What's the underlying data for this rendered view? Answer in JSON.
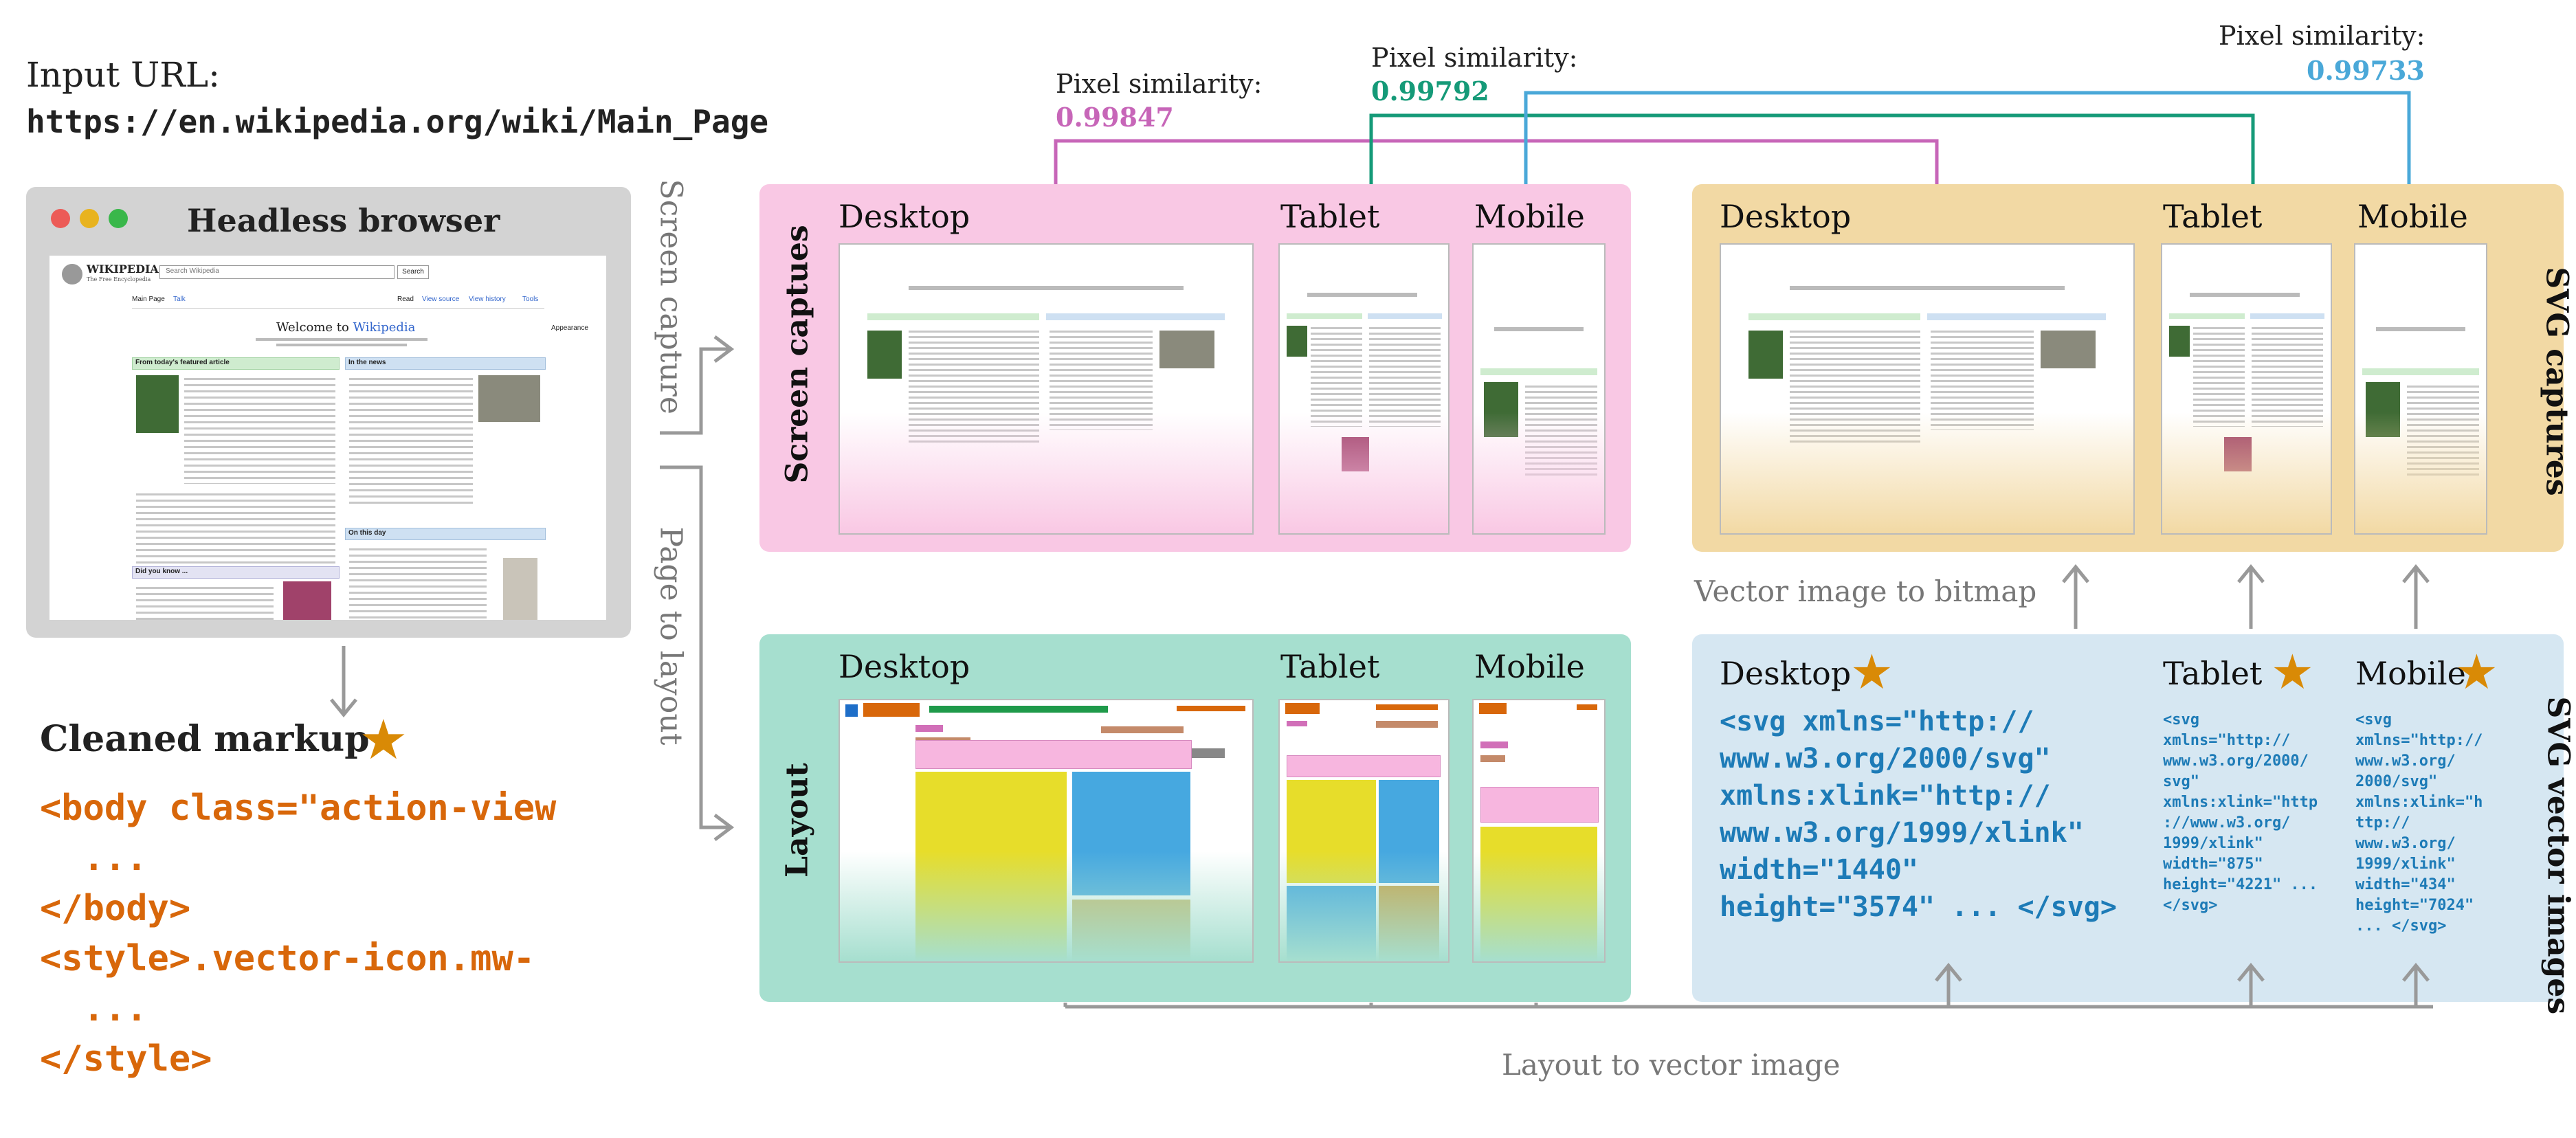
{
  "input": {
    "label": "Input URL:",
    "url": "https://en.wikipedia.org/wiki/Main_Page"
  },
  "browser": {
    "title": "Headless browser",
    "wiki_name": "WIKIPEDIA",
    "wiki_tagline": "The Free Encyclopedia",
    "search_placeholder": "Search Wikipedia",
    "search_button": "Search",
    "welcome_prefix": "Welcome to ",
    "welcome_link": "Wikipedia",
    "featured_heading": "From today's featured article",
    "news_heading": "In the news",
    "dyk_heading": "Did you know ...",
    "otd_heading": "On this day",
    "tab_main": "Main Page",
    "tab_talk": "Talk",
    "nav_read": "Read",
    "nav_source": "View source",
    "nav_history": "View history",
    "nav_tools": "Tools",
    "appearance": "Appearance"
  },
  "cleaned": {
    "title": "Cleaned markup",
    "code_lines": [
      "<body class=\"action-view",
      "  ...",
      "</body>",
      "<style>.vector-icon.mw-",
      "  ...",
      "</style>"
    ]
  },
  "side_labels": {
    "screen_capture": "Screen capture",
    "page_to_layout": "Page to layout"
  },
  "panels": {
    "screen": {
      "title": "Screen captues",
      "desktop": "Desktop",
      "tablet": "Tablet",
      "mobile": "Mobile"
    },
    "layout": {
      "title": "Layout",
      "desktop": "Desktop",
      "tablet": "Tablet",
      "mobile": "Mobile"
    },
    "svg_captures": {
      "title": "SVG captures",
      "desktop": "Desktop",
      "tablet": "Tablet",
      "mobile": "Mobile"
    },
    "svg_vector": {
      "title": "SVG vector images",
      "desktop": "Desktop",
      "tablet": "Tablet",
      "mobile": "Mobile",
      "desktop_code": [
        "<svg xmlns=\"http://",
        "www.w3.org/2000/svg\"",
        "xmlns:xlink=\"http://",
        "www.w3.org/1999/xlink\"",
        "width=\"1440\"",
        "height=\"3574\" ... </svg>"
      ],
      "tablet_code": [
        "<svg",
        "xmlns=\"http://",
        "www.w3.org/2000/",
        "svg\"",
        "xmlns:xlink=\"http",
        "://www.w3.org/",
        "1999/xlink\"",
        "width=\"875\"",
        "height=\"4221\" ...",
        "</svg>"
      ],
      "mobile_code": [
        "<svg",
        "xmlns=\"http://",
        "www.w3.org/",
        "2000/svg\"",
        "xmlns:xlink=\"h",
        "ttp://",
        "www.w3.org/",
        "1999/xlink\"",
        "width=\"434\"",
        "height=\"7024\"",
        "... </svg>"
      ]
    }
  },
  "flow_labels": {
    "vector_to_bitmap": "Vector image to bitmap",
    "layout_to_vector": "Layout to vector image"
  },
  "similarity": [
    {
      "label": "Pixel similarity:",
      "value": "0.99847",
      "color": "#c766b8"
    },
    {
      "label": "Pixel similarity:",
      "value": "0.99792",
      "color": "#159a78"
    },
    {
      "label": "Pixel similarity:",
      "value": "0.99733",
      "color": "#4aa8d8"
    }
  ],
  "colors": {
    "pink": "#f9c8e4",
    "teal": "#a6dfcf",
    "tan": "#f2d9a4",
    "blue": "#d6e7f2",
    "orange_code": "#d8670a",
    "blue_code": "#1d7bb7",
    "star": "#d98a06"
  }
}
